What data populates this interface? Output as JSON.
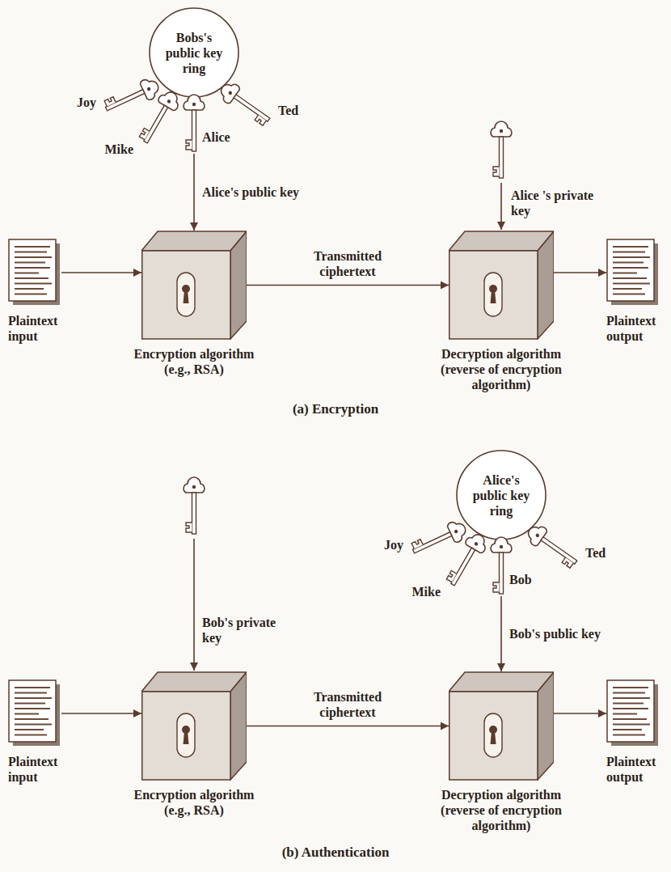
{
  "diagram": {
    "nodes": [
      {
        "text": [
          "Bobs's public key ring"
        ]
      },
      {
        "text": [
          "Plaintext input"
        ]
      },
      {
        "text": [
          "Encryption algorithm (e.g., RSA)"
        ]
      },
      {
        "text": [
          "Decryption algorithm (reverse of encryption algorithm)"
        ]
      },
      {
        "text": [
          "Plaintext output"
        ]
      },
      {
        "text": [
          "Plaintext input"
        ]
      },
      {
        "text": [
          "Encryption algorithm (e.g., RSA)"
        ]
      },
      {
        "text": [
          "Alice's public key ring"
        ]
      },
      {
        "text": [
          "Decryption algorithm (reverse of encryption algorithm)"
        ]
      },
      {
        "text": [
          "Plaintext output"
        ]
      }
    ],
    "edges": [
      {
        "from": 1,
        "to": 2,
        "arrow": "to"
      },
      {
        "from": 2,
        "to": 3,
        "label": "Transmitted ciphertext",
        "arrow": "to"
      },
      {
        "from": 3,
        "to": 4,
        "arrow": "to"
      },
      {
        "from": 0,
        "to": 2,
        "label": "Alice's public key",
        "arrow": "to"
      },
      {
        "from": 5,
        "to": 6,
        "arrow": "to"
      },
      {
        "from": 6,
        "to": 8,
        "label": "Transmitted ciphertext",
        "arrow": "to"
      },
      {
        "from": 8,
        "to": 9,
        "arrow": "to"
      },
      {
        "from": 7,
        "to": 8,
        "label": "Bob's public key",
        "arrow": "to"
      }
    ],
    "labels": [
      "Joy",
      "Mike",
      "Alice",
      "Ted",
      "Alice 's private key",
      "(a) Encryption",
      "Bob's private key",
      "Joy",
      "Mike",
      "Bob",
      "Ted",
      "(b) Authentication"
    ]
  }
}
